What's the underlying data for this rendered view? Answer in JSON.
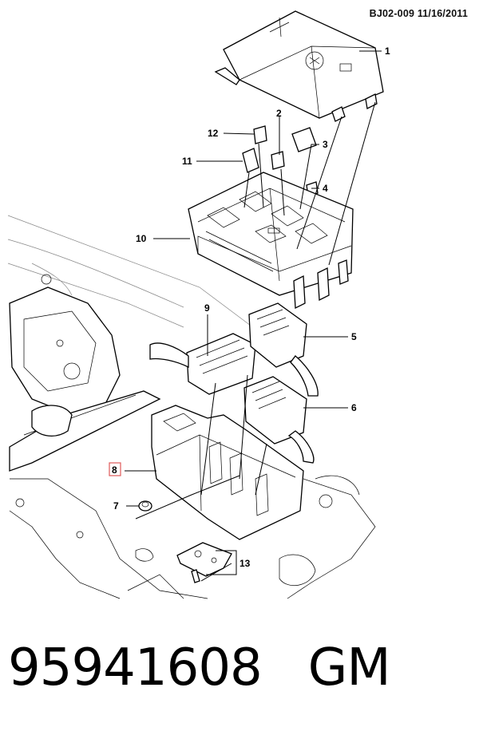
{
  "header": {
    "ref_code": "BJ02-009  11/16/2011"
  },
  "callouts": [
    {
      "id": "c1",
      "label": "1"
    },
    {
      "id": "c2",
      "label": "2"
    },
    {
      "id": "c3",
      "label": "3"
    },
    {
      "id": "c4",
      "label": "4"
    },
    {
      "id": "c5",
      "label": "5"
    },
    {
      "id": "c6",
      "label": "6"
    },
    {
      "id": "c7",
      "label": "7"
    },
    {
      "id": "c8",
      "label": "8"
    },
    {
      "id": "c9",
      "label": "9"
    },
    {
      "id": "c10",
      "label": "10"
    },
    {
      "id": "c11",
      "label": "11"
    },
    {
      "id": "c12",
      "label": "12"
    },
    {
      "id": "c13",
      "label": "13"
    }
  ],
  "highlight_color": "#e05a5a",
  "footer": {
    "part_number": "95941608",
    "brand": "GM"
  }
}
